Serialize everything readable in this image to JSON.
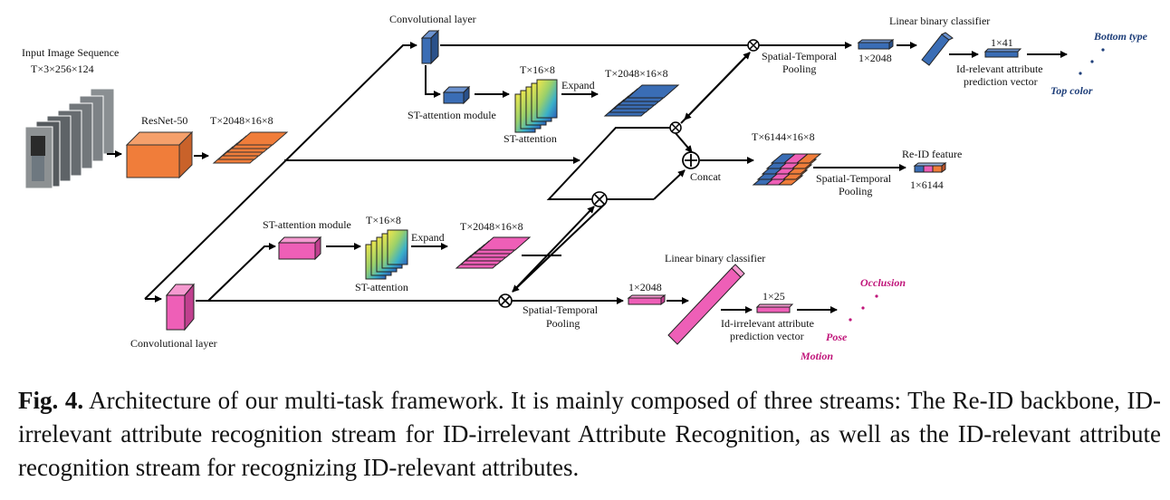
{
  "labels": {
    "input_sequence": "Input Image Sequence",
    "input_dims": "T×3×256×124",
    "resnet": "ResNet-50",
    "resnet_dims": "T×2048×16×8",
    "conv_top": "Convolutional layer",
    "conv_bottom": "Convolutional layer",
    "st_module_top": "ST-attention module",
    "st_module_bottom": "ST-attention module",
    "st_dims_top": "T×16×8",
    "st_dims_bottom": "T×16×8",
    "st_attention_top": "ST-attention",
    "st_attention_bottom": "ST-attention",
    "expand_top": "Expand",
    "expand_bottom": "Expand",
    "expand_dims_top": "T×2048×16×8",
    "expand_dims_bottom": "T×2048×16×8",
    "stp_top_1": "Spatial-Temporal",
    "stp_top_2": "Pooling",
    "stp_mid_1": "Spatial-Temporal",
    "stp_mid_2": "Pooling",
    "stp_bot_1": "Spatial-Temporal",
    "stp_bot_2": "Pooling",
    "vec_top": "1×2048",
    "vec_bottom": "1×2048",
    "lbc_top": "Linear binary classifier",
    "lbc_bottom": "Linear binary classifier",
    "pred_top_dims": "1×41",
    "pred_bottom_dims": "1×25",
    "pred_top_1": "Id-relevant attribute",
    "pred_top_2": "prediction vector",
    "pred_bottom_1": "Id-irrelevant attribute",
    "pred_bottom_2": "prediction vector",
    "concat": "Concat",
    "concat_dims": "T×6144×16×8",
    "reid_feature": "Re-ID feature",
    "reid_dims": "1×6144",
    "attr_bottom_type": "Bottom type",
    "attr_top_color": "Top color",
    "attr_occlusion": "Occlusion",
    "attr_pose": "Pose",
    "attr_motion": "Motion"
  },
  "caption": {
    "prefix": "Fig. 4.",
    "text": "Architecture of our multi-task framework. It is mainly composed of three streams: The Re-ID backbone, ID-irrelevant attribute recognition stream for ID-irrelevant Attribute Recognition, as well as the ID-relevant attribute recognition stream for recognizing ID-relevant attributes."
  },
  "colors": {
    "blue": "#3a6db5",
    "pink": "#ee5fb7",
    "orange": "#f07d3a",
    "attr_blue": "#1f3f7a",
    "attr_pink": "#c0157a"
  }
}
